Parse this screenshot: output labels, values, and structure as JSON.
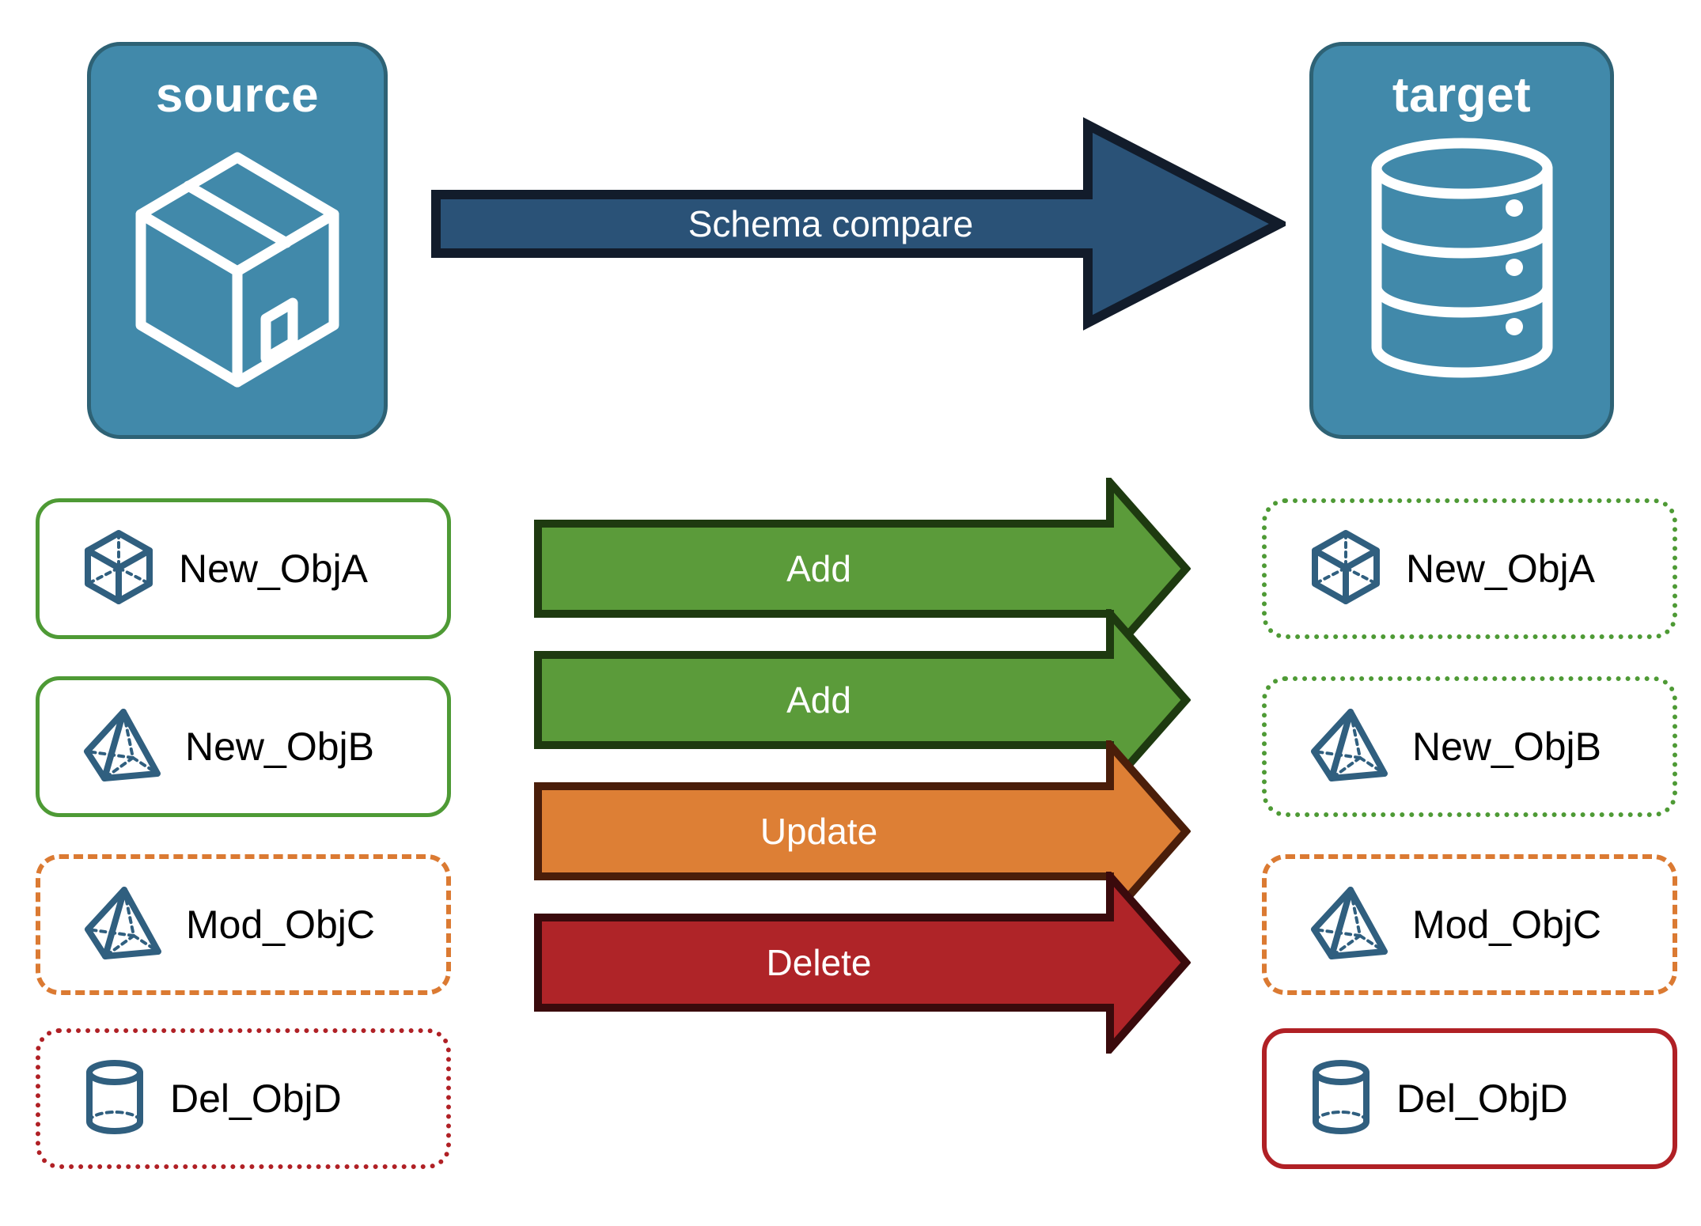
{
  "diagram": {
    "title": "Schema compare",
    "endpoints": [
      {
        "id": "source",
        "label": "source",
        "icon": "package-box-icon"
      },
      {
        "id": "target",
        "label": "target",
        "icon": "database-cylinder-icon"
      }
    ],
    "main_arrow": {
      "label": "Schema compare",
      "fill": "#2A5277",
      "stroke": "#121C2B",
      "text_color": "#FFFFFF"
    },
    "rows": [
      {
        "source_label": "New_ObjA",
        "target_label": "New_ObjA",
        "action_label": "Add",
        "icon": "wireframe-cube-icon",
        "source_border_style": "solid",
        "target_border_style": "dotted",
        "accent": "#4E9A35",
        "arrow_fill": "#5B9B3A",
        "arrow_stroke": "#1E3A10"
      },
      {
        "source_label": "New_ObjB",
        "target_label": "New_ObjB",
        "action_label": "Add",
        "icon": "wireframe-pyramid-icon",
        "source_border_style": "solid",
        "target_border_style": "dotted",
        "accent": "#4E9A35",
        "arrow_fill": "#5B9B3A",
        "arrow_stroke": "#1E3A10"
      },
      {
        "source_label": "Mod_ObjC",
        "target_label": "Mod_ObjC",
        "action_label": "Update",
        "icon": "wireframe-pyramid-icon",
        "source_border_style": "dashed",
        "target_border_style": "dashed",
        "accent": "#DB7A32",
        "arrow_fill": "#DD7F35",
        "arrow_stroke": "#4A1E0A"
      },
      {
        "source_label": "Del_ObjD",
        "target_label": "Del_ObjD",
        "action_label": "Delete",
        "icon": "wireframe-cylinder-icon",
        "source_border_style": "dotted",
        "target_border_style": "solid",
        "accent": "#B02025",
        "arrow_fill": "#AF2428",
        "arrow_stroke": "#3A0A0C"
      }
    ],
    "colors": {
      "panel_fill": "#4189AA",
      "panel_stroke": "#2E6275",
      "panel_text": "#FFFFFF",
      "icon_blue": "#305F7F",
      "add_green": "#5B9B3A",
      "update_orange": "#DD7F35",
      "delete_red": "#AF2428",
      "background": "#FFFFFF"
    }
  }
}
